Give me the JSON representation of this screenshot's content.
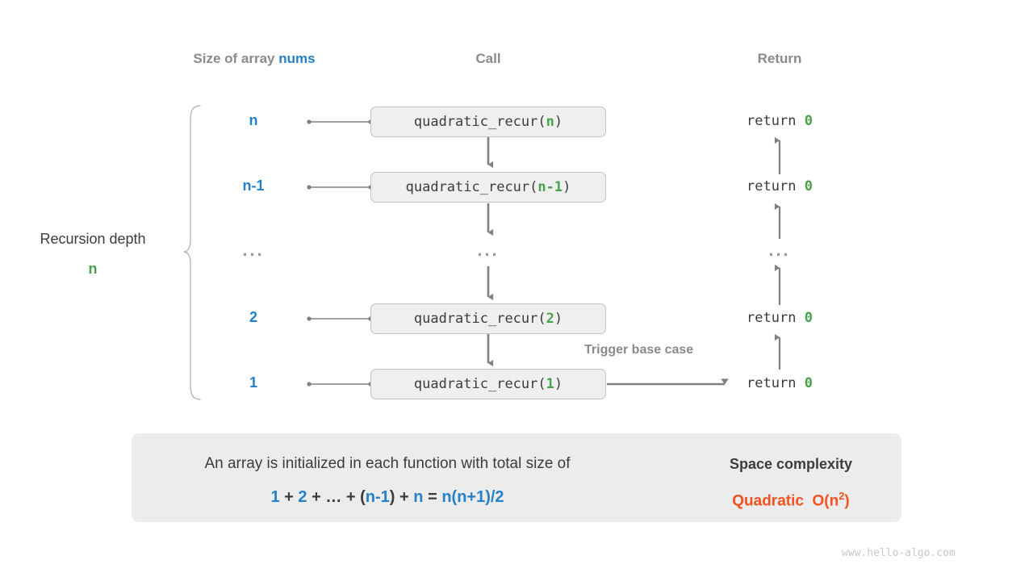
{
  "headers": {
    "size": {
      "prefix": "Size of array ",
      "highlight": "nums"
    },
    "call": "Call",
    "return": "Return"
  },
  "depth": {
    "title": "Recursion depth",
    "value": "n"
  },
  "rows": [
    {
      "size": "n",
      "call_prefix": "quadratic_recur(",
      "call_arg": "n",
      "call_suffix": ")",
      "return_prefix": "return ",
      "return_value": "0",
      "ellipsis": false
    },
    {
      "size": "n-1",
      "call_prefix": "quadratic_recur(",
      "call_arg": "n-1",
      "call_suffix": ")",
      "return_prefix": "return ",
      "return_value": "0",
      "ellipsis": false
    },
    {
      "size": "...",
      "call_prefix": "",
      "call_arg": "",
      "call_suffix": "",
      "return_prefix": "",
      "return_value": "",
      "ellipsis": true
    },
    {
      "size": "2",
      "call_prefix": "quadratic_recur(",
      "call_arg": "2",
      "call_suffix": ")",
      "return_prefix": "return ",
      "return_value": "0",
      "ellipsis": false
    },
    {
      "size": "1",
      "call_prefix": "quadratic_recur(",
      "call_arg": "1",
      "call_suffix": ")",
      "return_prefix": "return ",
      "return_value": "0",
      "ellipsis": false
    }
  ],
  "annotations": {
    "trigger_base_case": "Trigger base case"
  },
  "summary": {
    "line1": "An array is initialized in each function with total size of",
    "formula": {
      "t1": "1",
      "op1": "+",
      "t2": "2",
      "op2": "+",
      "t3": "…",
      "op3": "+",
      "paren_open": "(",
      "t4": "n-1",
      "paren_close": ")",
      "op4": "+",
      "t5": "n",
      "eq": "=",
      "result": "n(n+1)/2"
    },
    "space_complexity_title": "Space complexity",
    "space_complexity_name": "Quadratic",
    "space_complexity_big_o_prefix": "O(n",
    "space_complexity_big_o_exp": "2",
    "space_complexity_big_o_suffix": ")"
  },
  "watermark": "www.hello-algo.com",
  "colors": {
    "blue": "#2481c9",
    "green": "#49a24c",
    "orange": "#f4511e",
    "gray_text": "#3c3c3c",
    "gray_muted": "#8a8a8a",
    "box_fill": "#efefef",
    "box_border": "#c2c2c2",
    "panel_fill": "#ececec",
    "arrow": "#808080"
  }
}
